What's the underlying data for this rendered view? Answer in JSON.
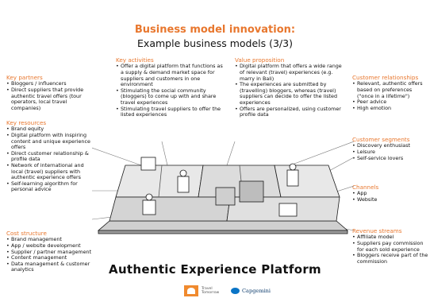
{
  "header": {
    "title": "Business model innovation:",
    "subtitle": "Example business models (3/3)"
  },
  "key_partners": {
    "heading": "Key partners",
    "items": [
      "Bloggers / influencers",
      "Direct suppliers that provide authentic travel offers (tour operators, local travel companies)"
    ]
  },
  "key_resources": {
    "heading": "Key resources",
    "items": [
      "Brand equity",
      "Digital platform with inspiring content and unique experience offers",
      "Direct customer relationship & profile data",
      "Network of international and local (travel) suppliers with authentic experience offers",
      "Self-learning algorithm for personal advice"
    ]
  },
  "cost_structure": {
    "heading": "Cost structure",
    "items": [
      "Brand management",
      "App / website development",
      "Supplier / partner management",
      "Content management",
      "Data management & customer analytics"
    ]
  },
  "key_activities": {
    "heading": "Key activities",
    "items": [
      "Offer a digital platform that functions as a supply & demand market space for suppliers and customers in one environment",
      "Stimulating the social community (bloggers) to come up with and share travel experiences",
      "Stimulating travel suppliers to offer the listed experiences"
    ]
  },
  "value_proposition": {
    "heading": "Value proposition",
    "items": [
      "Digital platform that offers a wide range of relevant (travel) experiences (e.g. marry in Bali)",
      "The experiences are submitted by (travelling) bloggers, whereas (travel) suppliers can decide to offer the listed experiences",
      "Offers are personalized, using customer profile data"
    ]
  },
  "customer_relationships": {
    "heading": "Customer relationships",
    "items": [
      "Relevant, authentic offers based on preferences (\"once in a lifetime\")",
      "Peer advice",
      "High emotion"
    ]
  },
  "customer_segments": {
    "heading": "Customer segments",
    "items": [
      "Discovery enthusiast",
      "Leisure",
      "Self-service lovers"
    ]
  },
  "channels": {
    "heading": "Channels",
    "items": [
      "App",
      "Website"
    ]
  },
  "revenue_streams": {
    "heading": "Revenue streams",
    "items": [
      "Affiliate model",
      "Suppliers pay commission for each sold experience",
      "Bloggers receive part of the commission"
    ]
  },
  "canvas": {
    "title": "Authentic Experience Platform"
  },
  "logos": {
    "travel_tomorrow_line1": "Travel",
    "travel_tomorrow_line2": "Tomorrow",
    "capgemini": "Capgemini",
    "travel_tomorrow_color": "#F08A2E",
    "capgemini_color": "#0A74C6"
  },
  "colors": {
    "accent": "#E8772E",
    "text": "#111111"
  }
}
